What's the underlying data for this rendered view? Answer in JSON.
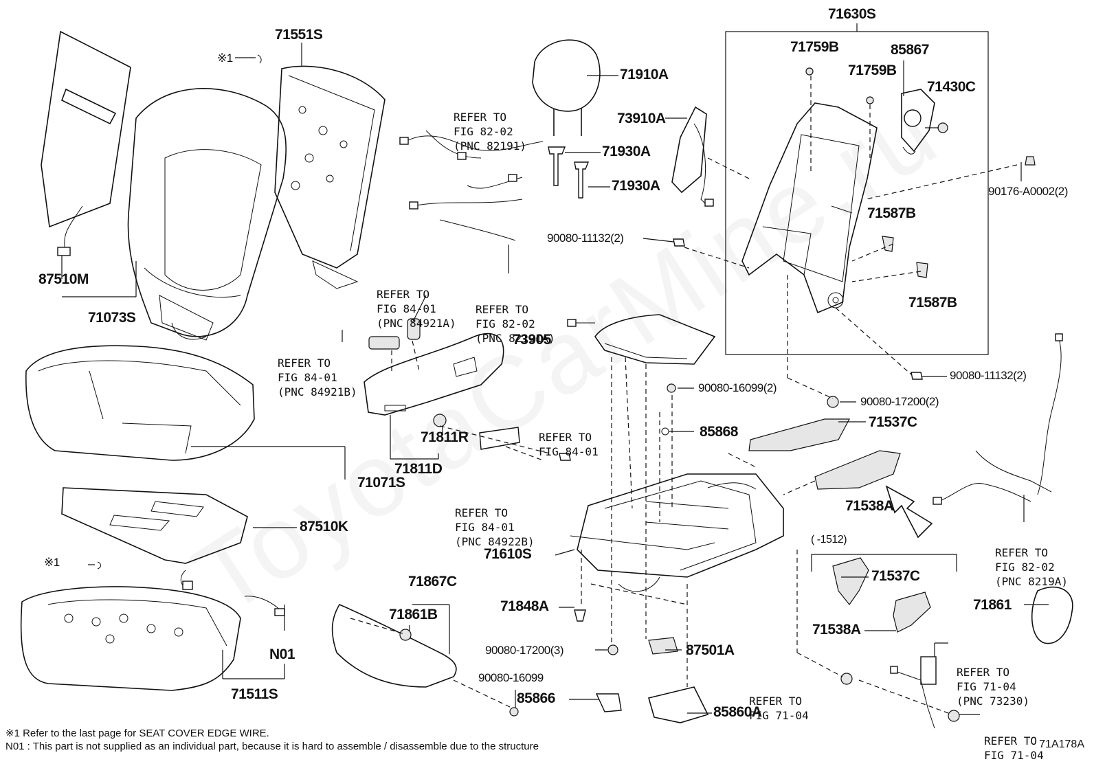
{
  "watermark": "ToyotaCarMine.ru",
  "figure_id": "71A178A",
  "footnotes": {
    "note1": "※1  Refer to the last page for SEAT COVER EDGE WIRE.",
    "note2": "N01 : This part is not supplied as an individual part, because it is hard to assemble / disassemble due to the structure"
  },
  "parts": {
    "p71630S": "71630S",
    "p71551S": "71551S",
    "p71759B_a": "71759B",
    "p71759B_b": "71759B",
    "p85867": "85867",
    "p71430C": "71430C",
    "p71910A": "71910A",
    "p73910A": "73910A",
    "p71930A_a": "71930A",
    "p71930A_b": "71930A",
    "p90176": "90176-A0002(2)",
    "p90080_11132_a": "90080-11132(2)",
    "p71587B_a": "71587B",
    "p71587B_b": "71587B",
    "p87510M": "87510M",
    "p71073S": "71073S",
    "p73905": "73905",
    "p90080_11132_b": "90080-11132(2)",
    "p90080_16099_2": "90080-16099(2)",
    "p90080_17200_2": "90080-17200(2)",
    "p85868": "85868",
    "p71537C_a": "71537C",
    "p71811R": "71811R",
    "p71811D": "71811D",
    "p71071S": "71071S",
    "p87510K": "87510K",
    "p71538A_a": "71538A",
    "range_1512": "(     -1512)",
    "p71610S": "71610S",
    "p71537C_b": "71537C",
    "p71867C": "71867C",
    "p71861B": "71861B",
    "p71861": "71861",
    "p71848A": "71848A",
    "p71538A_b": "71538A",
    "p90080_17200_3": "90080-17200(3)",
    "p87501A": "87501A",
    "pN01": "N01",
    "p90080_16099": "90080-16099",
    "p85866": "85866",
    "p85860A": "85860A",
    "p71511S": "71511S",
    "mark1_a": "※1",
    "mark1_b": "※1"
  },
  "refs": {
    "r1": [
      "REFER TO",
      "FIG 82-02",
      "(PNC 82191)"
    ],
    "r2": [
      "REFER TO",
      "FIG 84-01",
      "(PNC 84921A)"
    ],
    "r3": [
      "REFER TO",
      "FIG 82-02",
      "(PNC 82191A)"
    ],
    "r4": [
      "REFER TO",
      "FIG 84-01",
      "(PNC 84921B)"
    ],
    "r5": [
      "REFER TO",
      "FIG 84-01"
    ],
    "r6": [
      "REFER TO",
      "FIG 84-01",
      "(PNC 84922B)"
    ],
    "r7": [
      "REFER TO",
      "FIG 82-02",
      "(PNC 8219A)"
    ],
    "r8": [
      "REFER TO",
      "FIG 71-04"
    ],
    "r9": [
      "REFER TO",
      "FIG 71-04",
      "(PNC 73230)"
    ],
    "r10": [
      "REFER TO",
      "FIG 71-04"
    ]
  }
}
